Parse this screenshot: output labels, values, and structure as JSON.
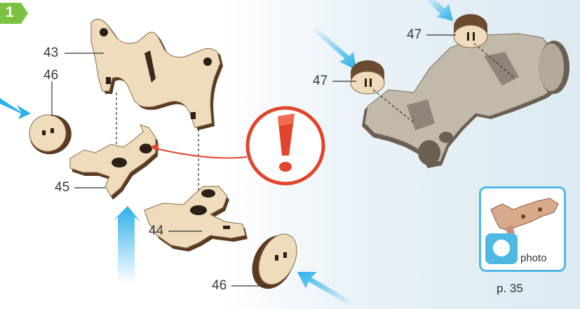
{
  "step": {
    "number": "1",
    "badge_color": "#7cc242"
  },
  "parts": {
    "p43": "43",
    "p46_top": "46",
    "p45": "45",
    "p44": "44",
    "p46_bottom": "46",
    "p47_left": "47",
    "p47_top": "47"
  },
  "photo": {
    "label": "photo",
    "accent": "#4fb9e4"
  },
  "page_ref": "p. 35",
  "colors": {
    "wood": "#eedcbc",
    "wood_edge": "#5a3a22",
    "arrow": "#2bb0ea",
    "warning": "#e2442c",
    "assembled": "#c3b9ab"
  },
  "icons": [
    "exclamation-icon",
    "camera-photo-icon",
    "arrow-icon"
  ]
}
